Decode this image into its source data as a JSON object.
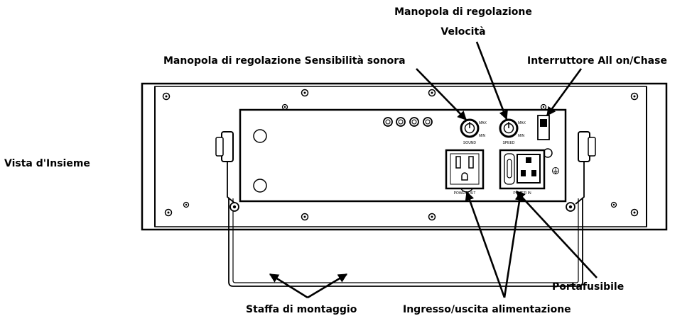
{
  "labels": {
    "overview": "Vista d'Insieme",
    "speed_knob_line1": "Manopola di regolazione",
    "speed_knob_line2": "Velocità",
    "sound_knob": "Manopola di regolazione Sensibilità sonora",
    "switch": "Interruttore All on/Chase",
    "fuse_holder": "Portafusibile",
    "bracket": "Staffa di montaggio",
    "power_io": "Ingresso/uscita alimentazione"
  },
  "panel": {
    "sound": "SOUND",
    "speed": "SPEED",
    "max": "MAX",
    "min": "MIN",
    "power_out": "POWER OUT",
    "power_in": "POWER IN"
  }
}
